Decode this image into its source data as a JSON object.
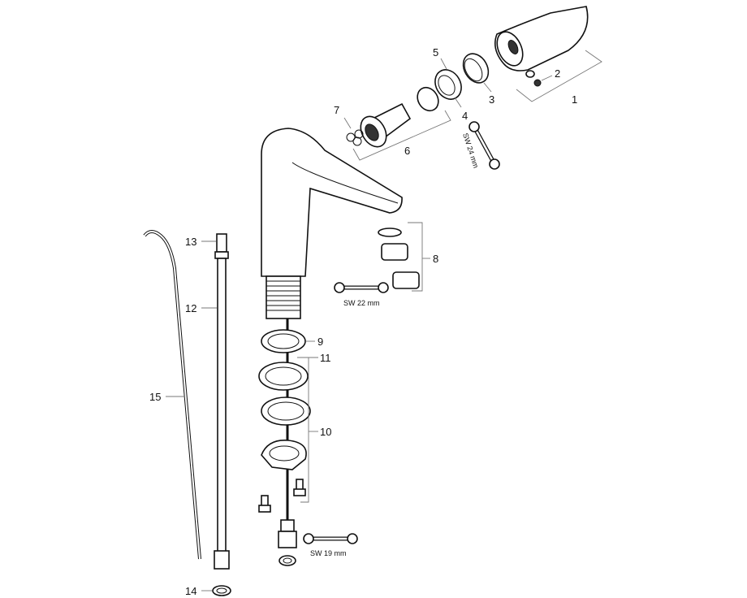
{
  "diagram": {
    "labels": [
      "1",
      "2",
      "3",
      "4",
      "5",
      "6",
      "7",
      "8",
      "9",
      "10",
      "11",
      "12",
      "13",
      "14",
      "15"
    ],
    "wrenches": {
      "sw24": "SW 24 mm",
      "sw22": "SW 22 mm",
      "sw19": "SW 19 mm"
    }
  }
}
